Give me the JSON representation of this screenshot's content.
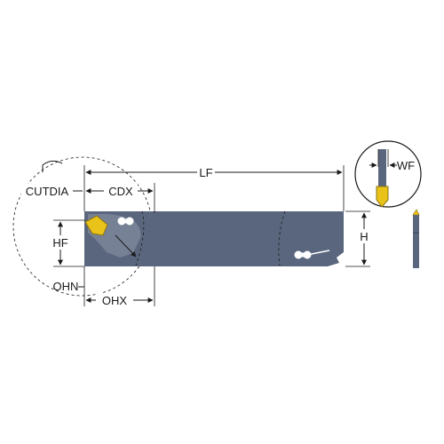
{
  "labels": {
    "lf": "LF",
    "cutdia": "CUTDIA",
    "cdx": "CDX",
    "hf": "HF",
    "h": "H",
    "ohn": "OHN",
    "ohx": "OHX",
    "wf": "WF"
  },
  "colors": {
    "blade": "#5a667e",
    "insert": "#e9c21a",
    "insert_edge": "#8a7410",
    "line": "#1a1a1a",
    "background": "#ffffff"
  }
}
